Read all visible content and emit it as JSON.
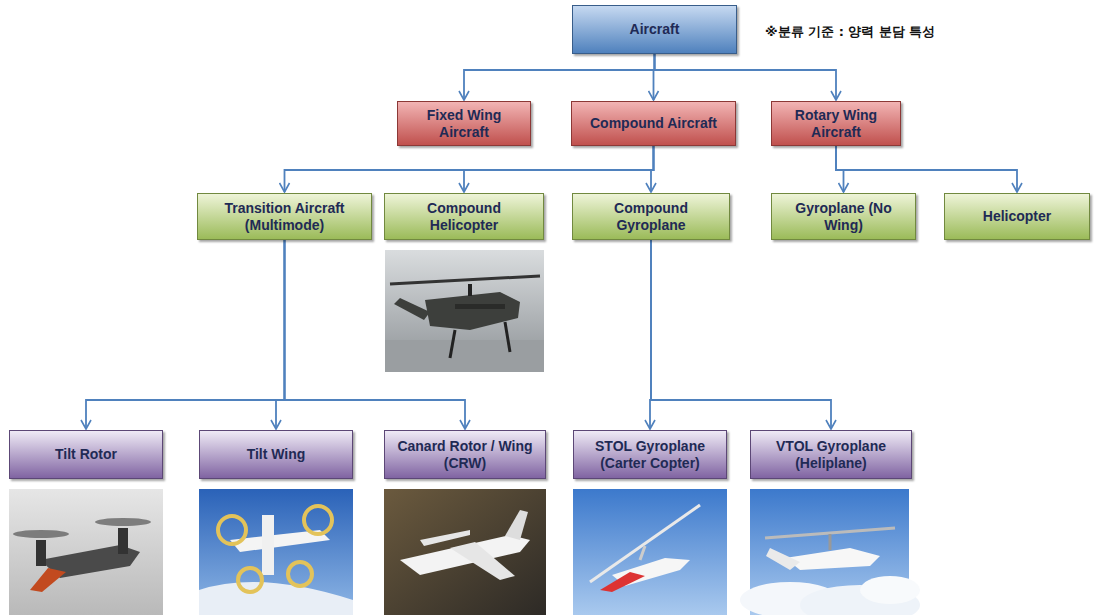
{
  "diagram": {
    "nodes": [
      {
        "text": [
          "Aircraft"
        ]
      },
      {
        "text": [
          "Fixed Wing Aircraft"
        ]
      },
      {
        "text": [
          "Compound Aircraft"
        ]
      },
      {
        "text": [
          "Rotary Wing Aircraft"
        ]
      },
      {
        "text": [
          "Transition Aircraft (Multimode)"
        ]
      },
      {
        "text": [
          "Compound Helicopter"
        ]
      },
      {
        "text": [
          "Compound Gyroplane"
        ]
      },
      {
        "text": [
          "Gyroplane (No Wing)"
        ]
      },
      {
        "text": [
          "Helicopter"
        ]
      },
      {
        "text": [
          "Tilt Rotor"
        ]
      },
      {
        "text": [
          "Tilt Wing"
        ]
      },
      {
        "text": [
          "Canard Rotor / Wing (CRW)"
        ]
      },
      {
        "text": [
          "STOL Gyroplane (Carter Copter)"
        ]
      },
      {
        "text": [
          "VTOL Gyroplane (Heliplane)"
        ]
      }
    ],
    "edges": [
      {
        "from": 0,
        "to": 1,
        "arrow": "to"
      },
      {
        "from": 0,
        "to": 2,
        "arrow": "to"
      },
      {
        "from": 0,
        "to": 3,
        "arrow": "to"
      },
      {
        "from": 2,
        "to": 4,
        "arrow": "to"
      },
      {
        "from": 2,
        "to": 5,
        "arrow": "to"
      },
      {
        "from": 2,
        "to": 6,
        "arrow": "to"
      },
      {
        "from": 3,
        "to": 7,
        "arrow": "to"
      },
      {
        "from": 3,
        "to": 8,
        "arrow": "to"
      },
      {
        "from": 4,
        "to": 9,
        "arrow": "to"
      },
      {
        "from": 4,
        "to": 10,
        "arrow": "to"
      },
      {
        "from": 4,
        "to": 11,
        "arrow": "to"
      },
      {
        "from": 6,
        "to": 12,
        "arrow": "to"
      },
      {
        "from": 6,
        "to": 13,
        "arrow": "to"
      }
    ],
    "labels": [
      "※분류 기준 : 양력 분담 특성"
    ]
  }
}
